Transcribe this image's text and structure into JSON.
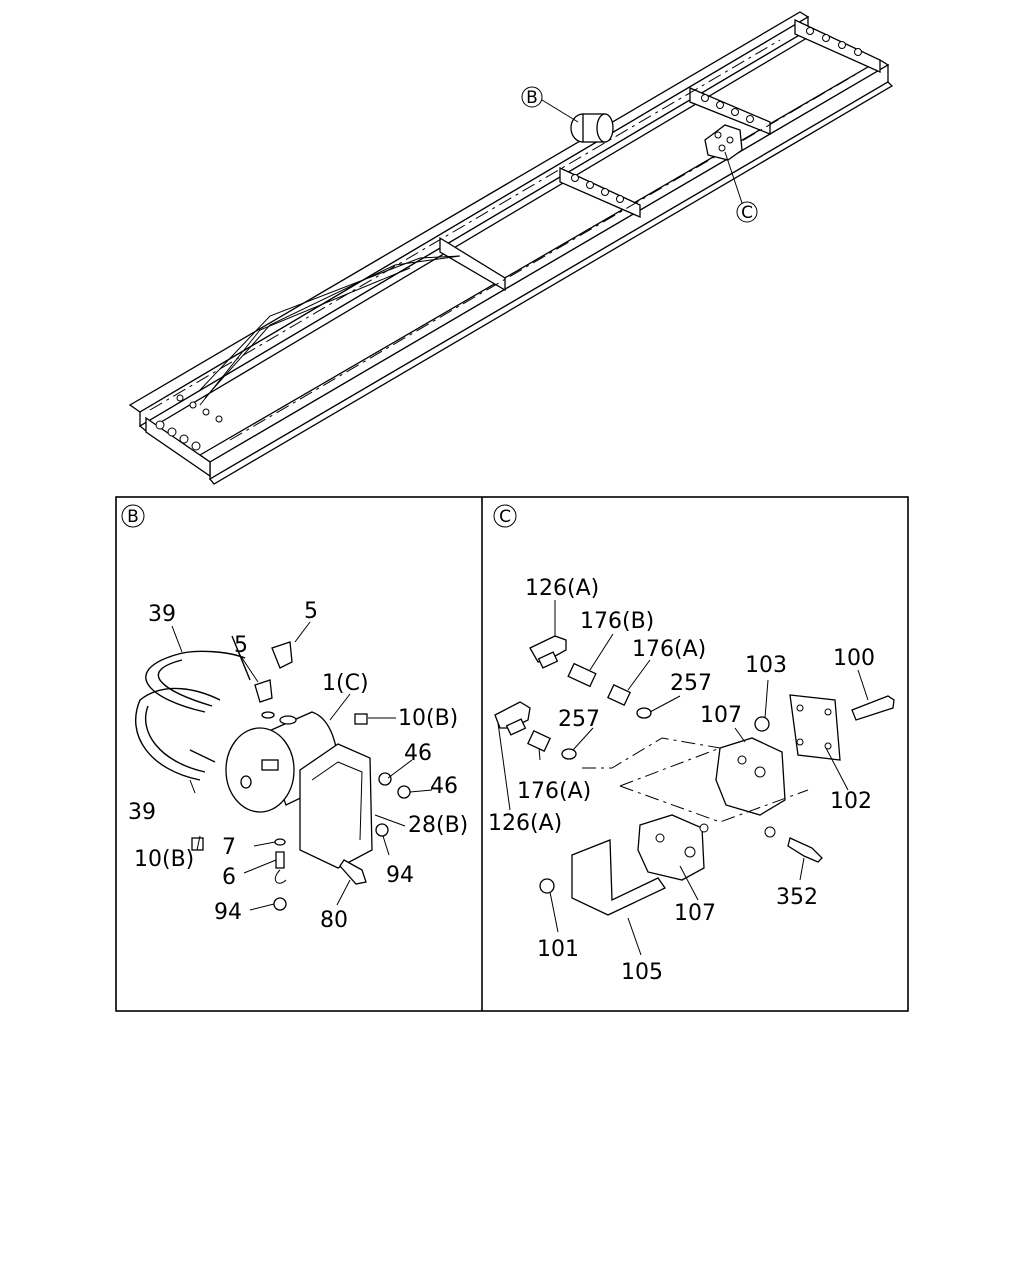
{
  "overview": {
    "callout_b": "B",
    "callout_c": "C"
  },
  "panel_b": {
    "header": "B",
    "labels": {
      "l39_top": "39",
      "l39_bottom": "39",
      "l5_right": "5",
      "l5_left": "5",
      "l1c": "1(C)",
      "l10b_right": "10(B)",
      "l46_top": "46",
      "l46_bottom": "46",
      "l28b": "28(B)",
      "l94_right": "94",
      "l7": "7",
      "l6": "6",
      "l94_left": "94",
      "l80": "80",
      "l10b_left": "10(B)"
    }
  },
  "panel_c": {
    "header": "C",
    "labels": {
      "l126a_top": "126(A)",
      "l176b": "176(B)",
      "l176a_top": "176(A)",
      "l257_right": "257",
      "l257_left": "257",
      "l176a_bottom": "176(A)",
      "l126a_bottom": "126(A)",
      "l103": "103",
      "l100": "100",
      "l107_top": "107",
      "l102": "102",
      "l107_bottom": "107",
      "l352": "352",
      "l101": "101",
      "l105": "105"
    }
  }
}
